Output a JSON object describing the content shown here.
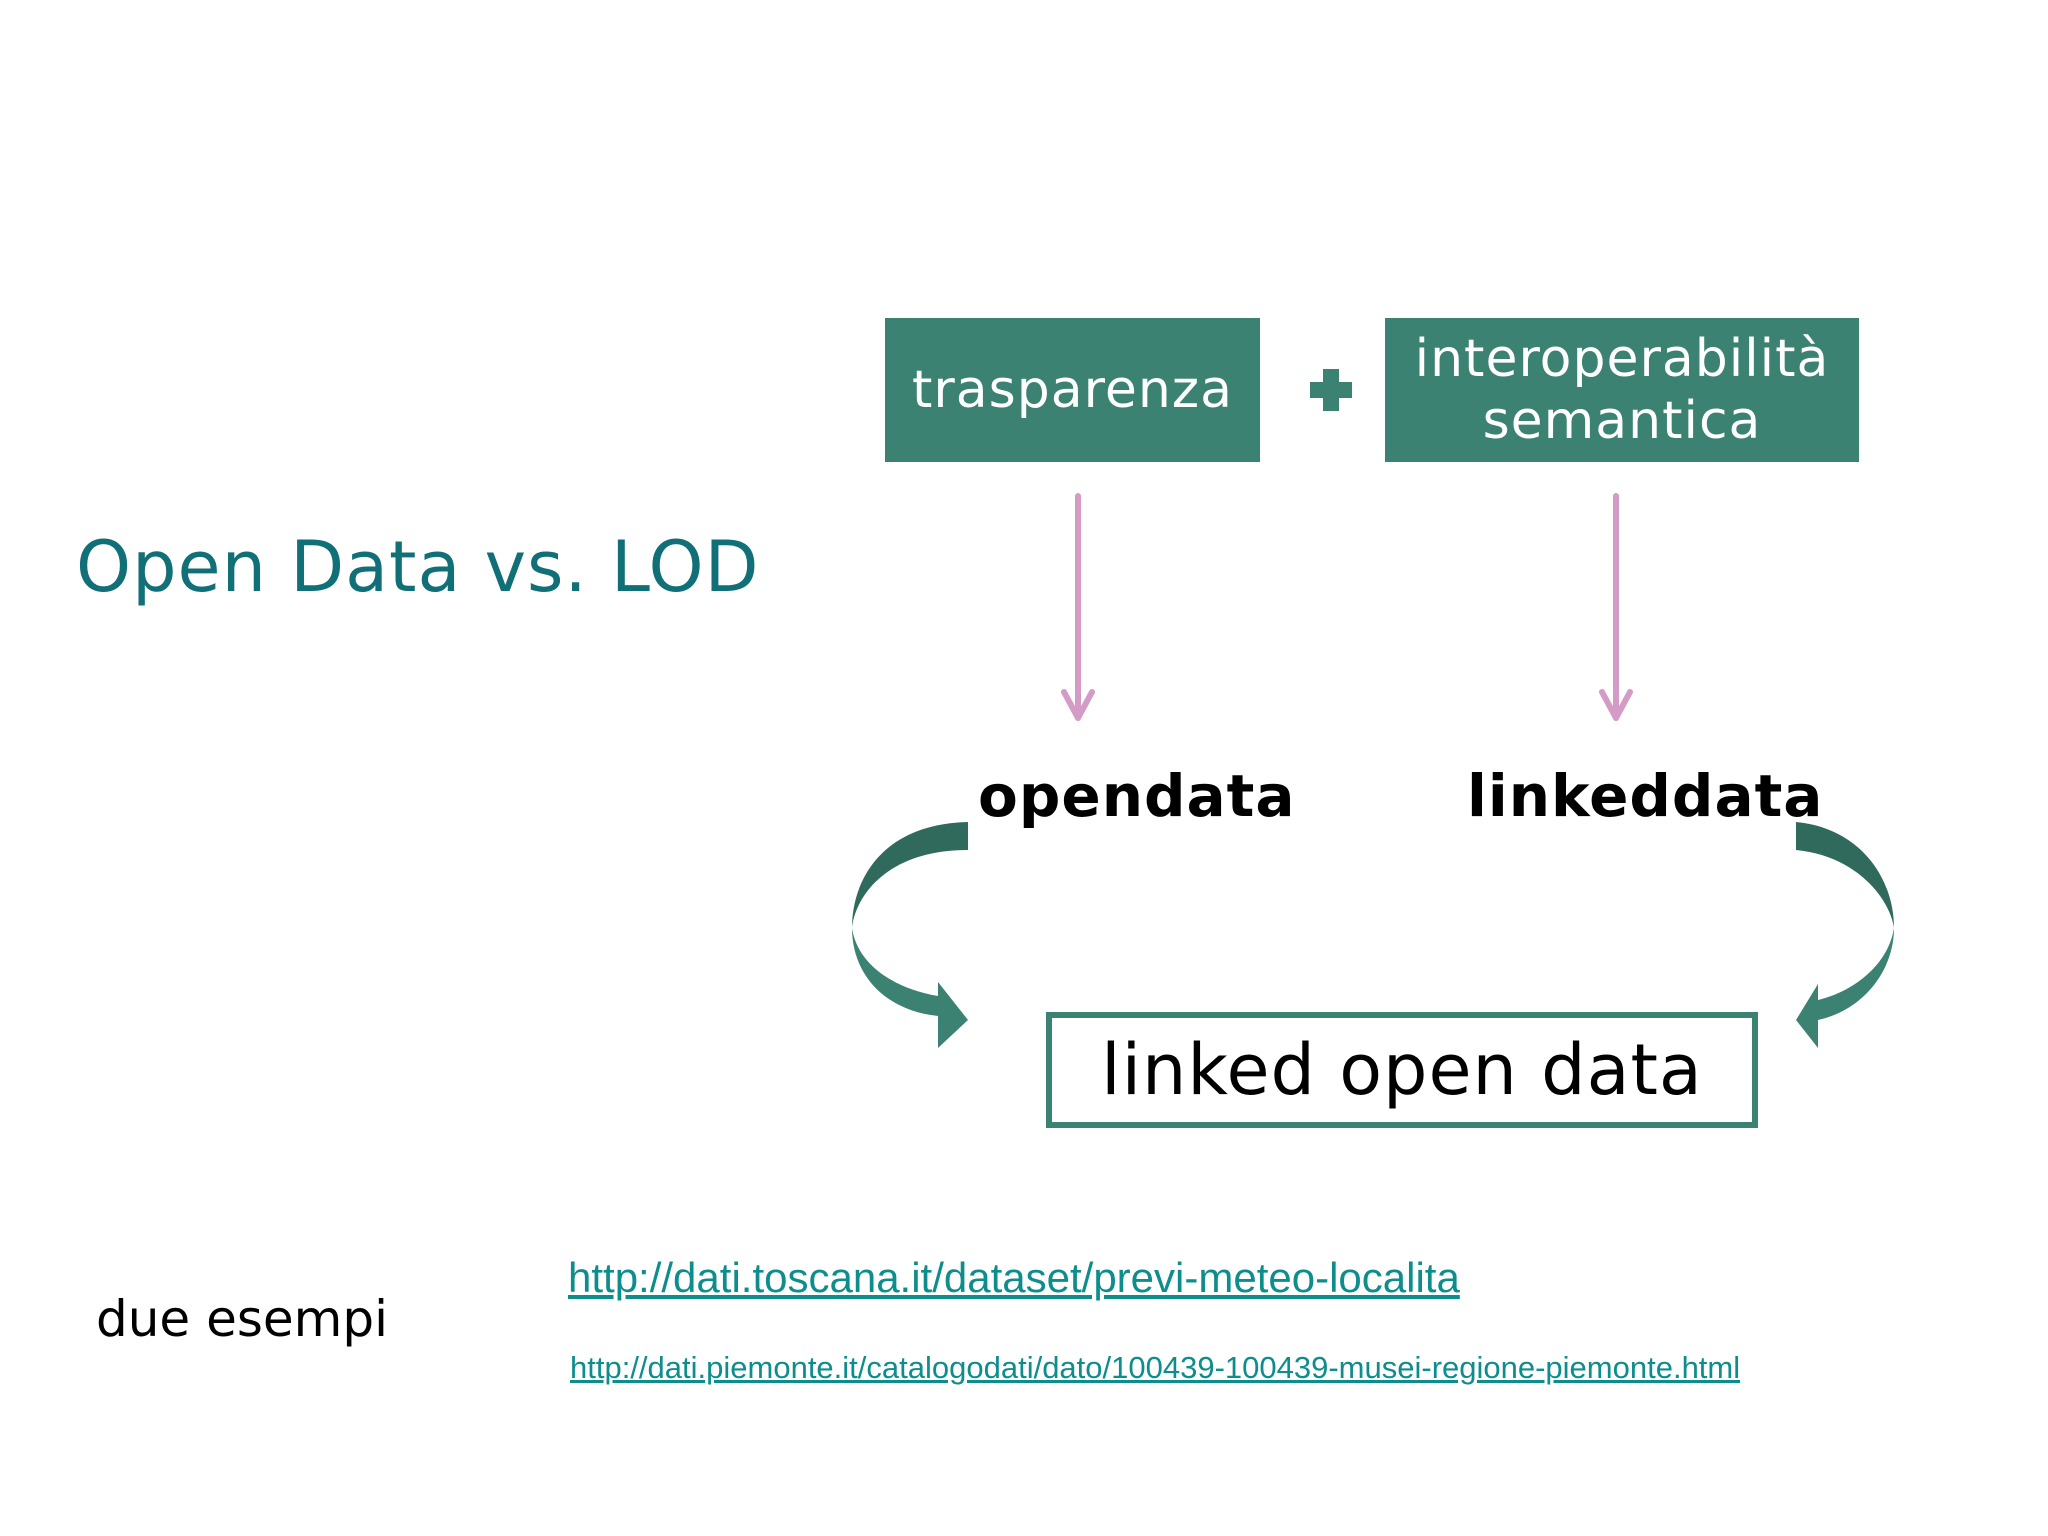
{
  "title": "Open Data vs. LOD",
  "diagram": {
    "box_left": "trasparenza",
    "box_right_line1": "interoperabilità",
    "box_right_line2": "semantica",
    "label_left": "opendata",
    "label_right": "linkeddata",
    "result": "linked open data"
  },
  "examples": {
    "label": "due esempi",
    "links": [
      "http://dati.toscana.it/dataset/previ-meteo-localita",
      "http://dati.piemonte.it/catalogodati/dato/100439-100439-musei-regione-piemonte.html"
    ]
  },
  "colors": {
    "title": "#116f78",
    "box_fill": "#3c8272",
    "arrow": "#d49bc7",
    "curved_arrow": "#3c8272",
    "link": "#0e8d8d"
  },
  "icons": {
    "plus": "plus-icon"
  }
}
